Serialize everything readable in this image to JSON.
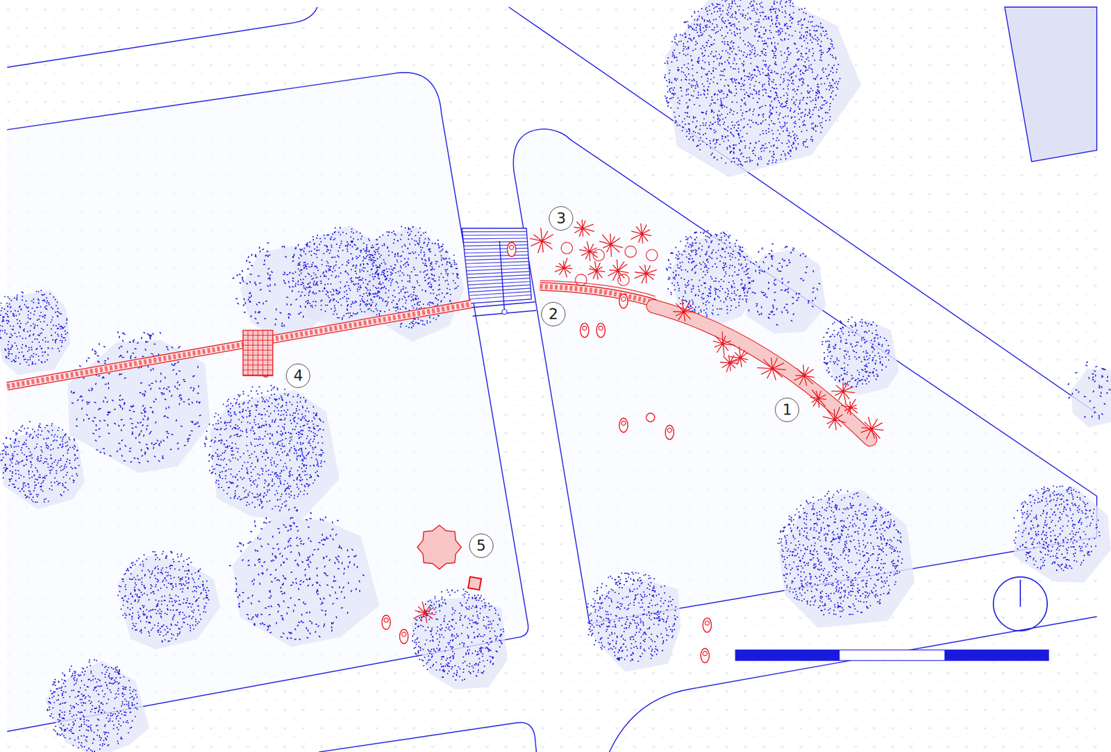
{
  "diagram": {
    "nodes": [
      {
        "text": [
          "3"
        ]
      },
      {
        "text": [
          "2"
        ]
      },
      {
        "text": [
          "4"
        ]
      },
      {
        "text": [
          "1"
        ]
      },
      {
        "text": [
          "5"
        ]
      }
    ]
  }
}
